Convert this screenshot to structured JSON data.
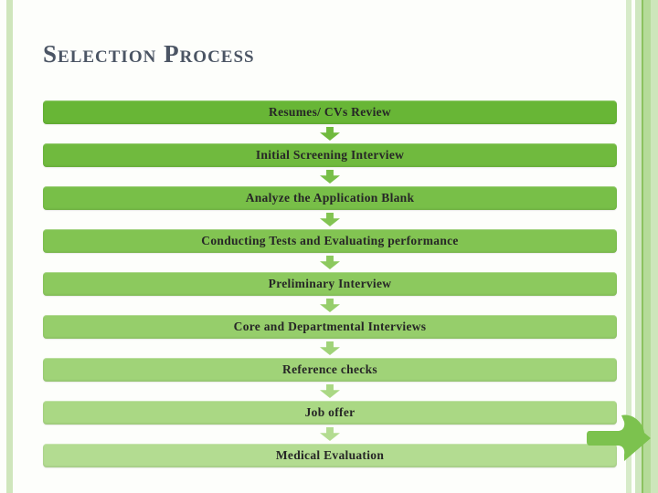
{
  "slide": {
    "title": "Selection Process",
    "title_color": "#4b5564"
  },
  "flow": {
    "text_color": "#262626",
    "steps": [
      {
        "label": "Resumes/ CVs Review",
        "color": "#68b636"
      },
      {
        "label": "Initial Screening Interview",
        "color": "#70ba3e"
      },
      {
        "label": "Analyze the Application Blank",
        "color": "#78bf48"
      },
      {
        "label": "Conducting Tests and Evaluating performance",
        "color": "#82c452"
      },
      {
        "label": "Preliminary Interview",
        "color": "#8cc95e"
      },
      {
        "label": "Core and Departmental Interviews",
        "color": "#96ce6b"
      },
      {
        "label": "Reference checks",
        "color": "#a0d378"
      },
      {
        "label": "Job offer",
        "color": "#aad884"
      },
      {
        "label": "Medical Evaluation",
        "color": "#b3dc91"
      }
    ]
  },
  "decorations": {
    "bent_arrow_icon": "curved-right-arrow",
    "bent_arrow_color": "#7cc24e",
    "stripe_colors": [
      "#cfe6bc",
      "#d7ebc9",
      "#cfe7c0",
      "#8cc25f",
      "#b5db99",
      "#cde6bb"
    ]
  }
}
